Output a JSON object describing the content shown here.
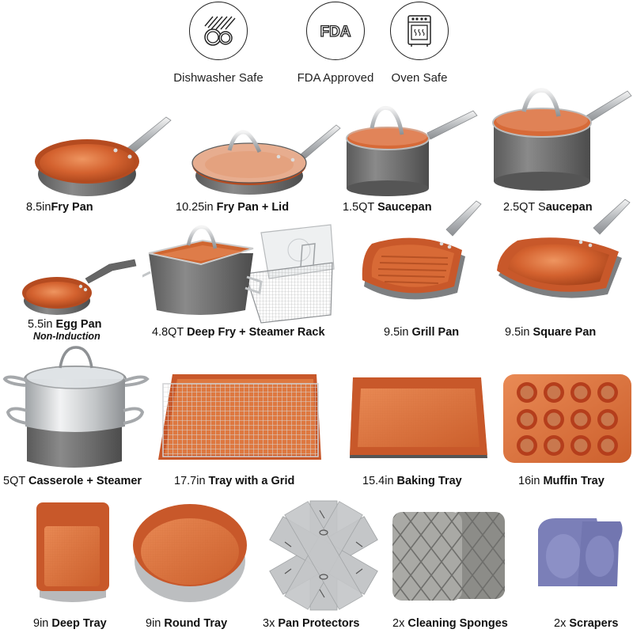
{
  "features": [
    {
      "icon": "dishwasher-icon",
      "label": "Dishwasher Safe"
    },
    {
      "icon": "fda-icon",
      "label": "FDA Approved",
      "glyph": "FDA"
    },
    {
      "icon": "oven-icon",
      "label": "Oven Safe"
    }
  ],
  "colors": {
    "copper": "#c8582a",
    "copper_light": "#e07a45",
    "copper_dark": "#9c3e18",
    "gray_body": "#6e6e6e",
    "gray_dark": "#4f4f4f",
    "steel": "#cfd2d4",
    "sponge": "#9a9a96",
    "scraper": "#7b7fb8",
    "text": "#111111"
  },
  "products": [
    {
      "id": "fry-pan-8",
      "size": "8.5in",
      "name": "Fry Pan"
    },
    {
      "id": "fry-pan-10",
      "size": "10.25in ",
      "name": "Fry Pan + Lid"
    },
    {
      "id": "saucepan-1-5",
      "size": "1.5QT ",
      "name": "Saucepan"
    },
    {
      "id": "saucepan-2-5",
      "size": "2.5QT S",
      "name": "aucepan"
    },
    {
      "id": "egg-pan",
      "size": "5.5in ",
      "name": "Egg Pan",
      "note": "Non-Induction"
    },
    {
      "id": "deep-fry",
      "size": "4.8QT ",
      "name": "Deep Fry + Steamer Rack"
    },
    {
      "id": "grill-pan",
      "size": "9.5in ",
      "name": "Grill Pan"
    },
    {
      "id": "square-pan",
      "size": "9.5in ",
      "name": "Square Pan"
    },
    {
      "id": "casserole",
      "size": "5QT ",
      "name": "Casserole + Steamer"
    },
    {
      "id": "tray-grid",
      "size": "17.7in ",
      "name": "Tray with a Grid"
    },
    {
      "id": "baking-tray",
      "size": "15.4in ",
      "name": "Baking Tray"
    },
    {
      "id": "muffin-tray",
      "size": "16in ",
      "name": "Muffin Tray"
    },
    {
      "id": "deep-tray",
      "size": "9in ",
      "name": "Deep Tray"
    },
    {
      "id": "round-tray",
      "size": "9in ",
      "name": "Round Tray"
    },
    {
      "id": "pan-protectors",
      "size": "3x ",
      "name": "Pan Protectors"
    },
    {
      "id": "sponges",
      "size": "2x ",
      "name": "Cleaning Sponges"
    },
    {
      "id": "scrapers",
      "size": "2x ",
      "name": "Scrapers"
    }
  ]
}
